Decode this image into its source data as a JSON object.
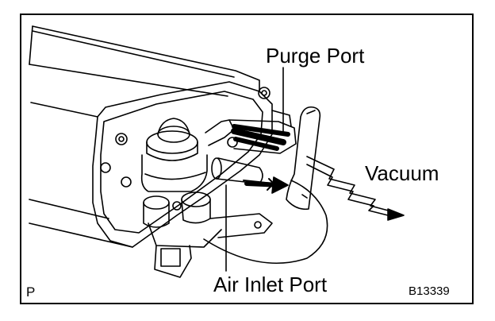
{
  "labels": {
    "purge_port": "Purge Port",
    "vacuum": "Vacuum",
    "air_inlet_port": "Air Inlet Port",
    "corner_marker": "P",
    "figure_code": "B13339"
  },
  "colors": {
    "ink": "#000000",
    "paper": "#ffffff"
  },
  "components": [
    "charcoal-canister",
    "vacuum-valve",
    "purge-port-hose",
    "air-inlet-port",
    "vacuum-arrow",
    "finger"
  ]
}
